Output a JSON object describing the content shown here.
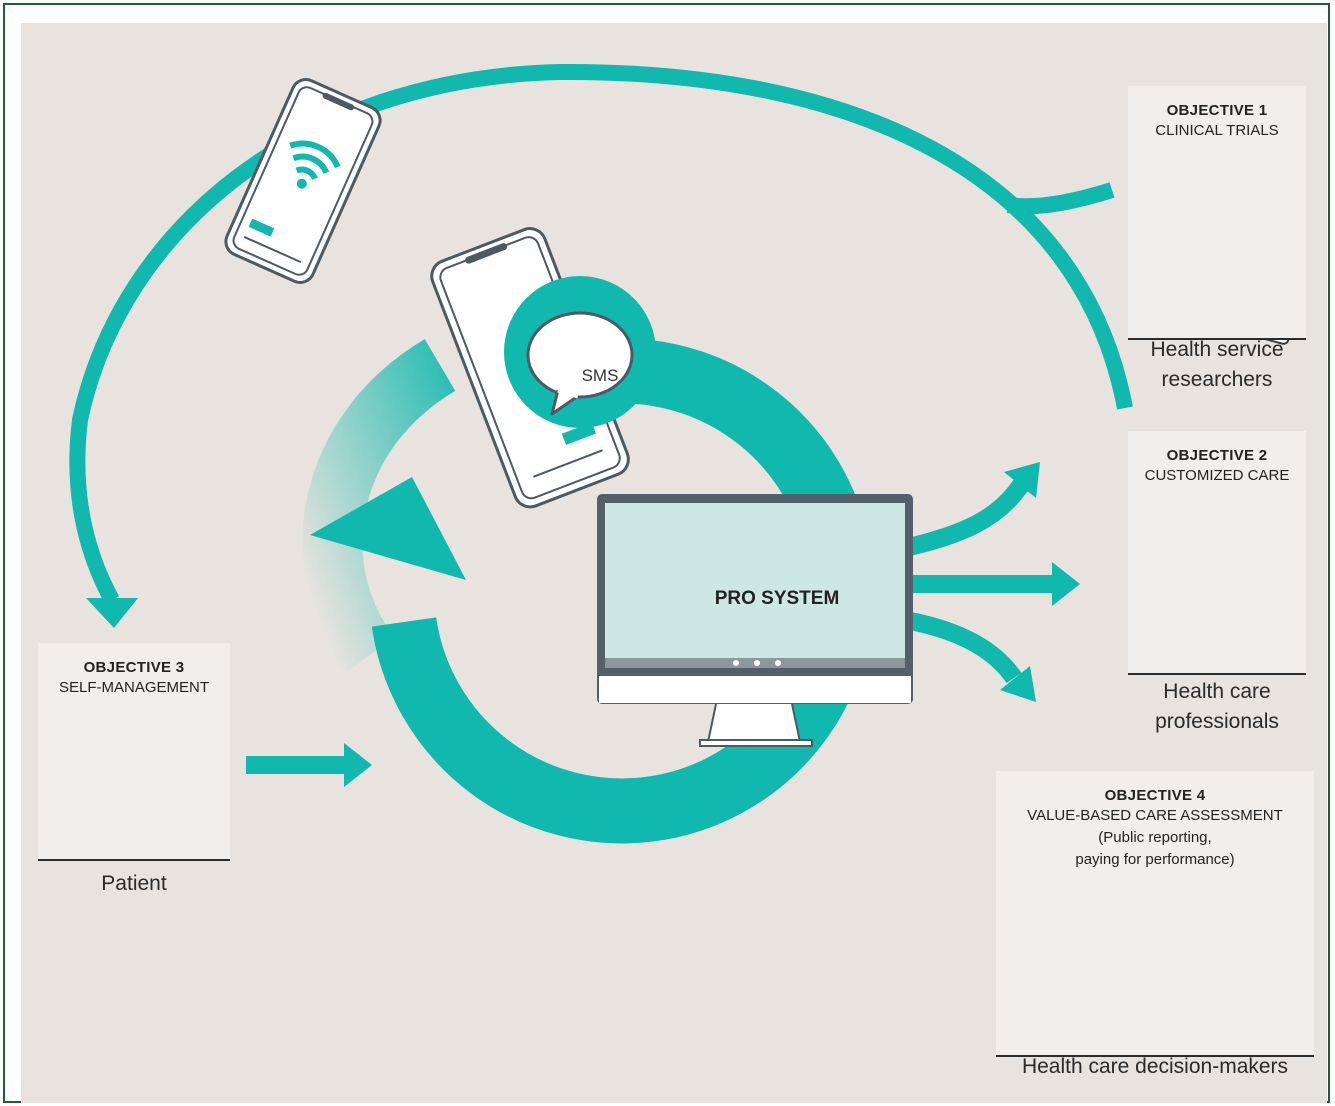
{
  "diagram": {
    "center": {
      "label": "PRO SYSTEM"
    },
    "sms": {
      "label": "SMS"
    },
    "objectives": [
      {
        "title": "OBJECTIVE  1",
        "subtitle": "CLINICAL TRIALS",
        "role_lines": [
          "Health service",
          "researchers"
        ]
      },
      {
        "title": "OBJECTIVE  2",
        "subtitle": "CUSTOMIZED CARE",
        "role_lines": [
          "Health care",
          "professionals"
        ]
      },
      {
        "title": "OBJECTIVE  3",
        "subtitle": "SELF-MANAGEMENT",
        "role_lines": [
          "Patient"
        ]
      },
      {
        "title": "OBJECTIVE  4",
        "subtitle": "VALUE-BASED CARE ASSESSMENT",
        "detail_lines": [
          "(Public reporting,",
          "paying for performance)"
        ],
        "role_lines": [
          "Health care decision-makers"
        ]
      }
    ]
  },
  "colors": {
    "accent": "#10b8ad",
    "background": "#e8e3df",
    "panel": "#f1eeeb",
    "screen": "#cde8e4",
    "border": "#1f5e3c"
  }
}
